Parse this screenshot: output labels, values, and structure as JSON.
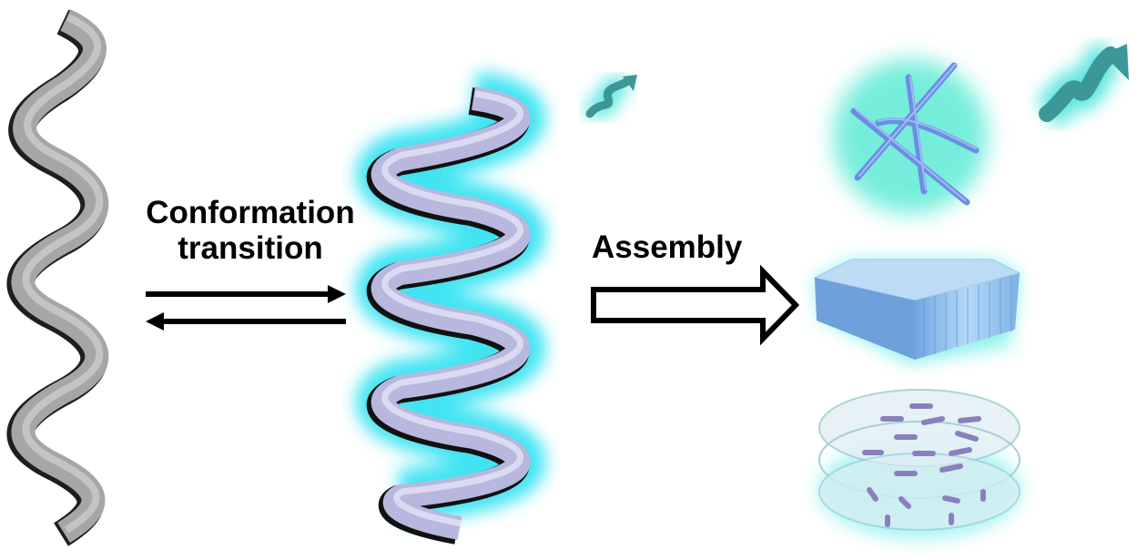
{
  "diagram": {
    "labels": {
      "conformation_line1": "Conformation",
      "conformation_line2": "transition",
      "assembly": "Assembly"
    },
    "nodes": [
      {
        "id": "random-coil",
        "description_kind": "gray-wavy-chain"
      },
      {
        "id": "helix",
        "description_kind": "glowing-lavender-helix"
      },
      {
        "id": "small-helix-fragment",
        "description_kind": "teal-glowing-chain"
      },
      {
        "id": "fiber-network",
        "description_kind": "twisted-blue-fibers"
      },
      {
        "id": "teal-helix-fragment",
        "description_kind": "teal-glowing-chain"
      },
      {
        "id": "hexagonal-columnar-phase",
        "description_kind": "hexagonal-columns"
      },
      {
        "id": "lamellar-phase",
        "description_kind": "layered-discs-with-rods"
      }
    ],
    "edges": [
      {
        "from": "random-coil",
        "to": "helix",
        "type": "reversible",
        "label_ref": "conformation"
      },
      {
        "from": "helix",
        "to": "assemblies",
        "type": "open-arrow",
        "label_ref": "assembly"
      }
    ],
    "colors": {
      "coil_gray": "#9a9a98",
      "helix_lavender": "#c4c4e6",
      "glow_cyan": "#22e0f0",
      "teal": "#3a9a9a",
      "fiber_blue": "#6f8fe6",
      "column_blue": "#9cc8ee"
    }
  }
}
